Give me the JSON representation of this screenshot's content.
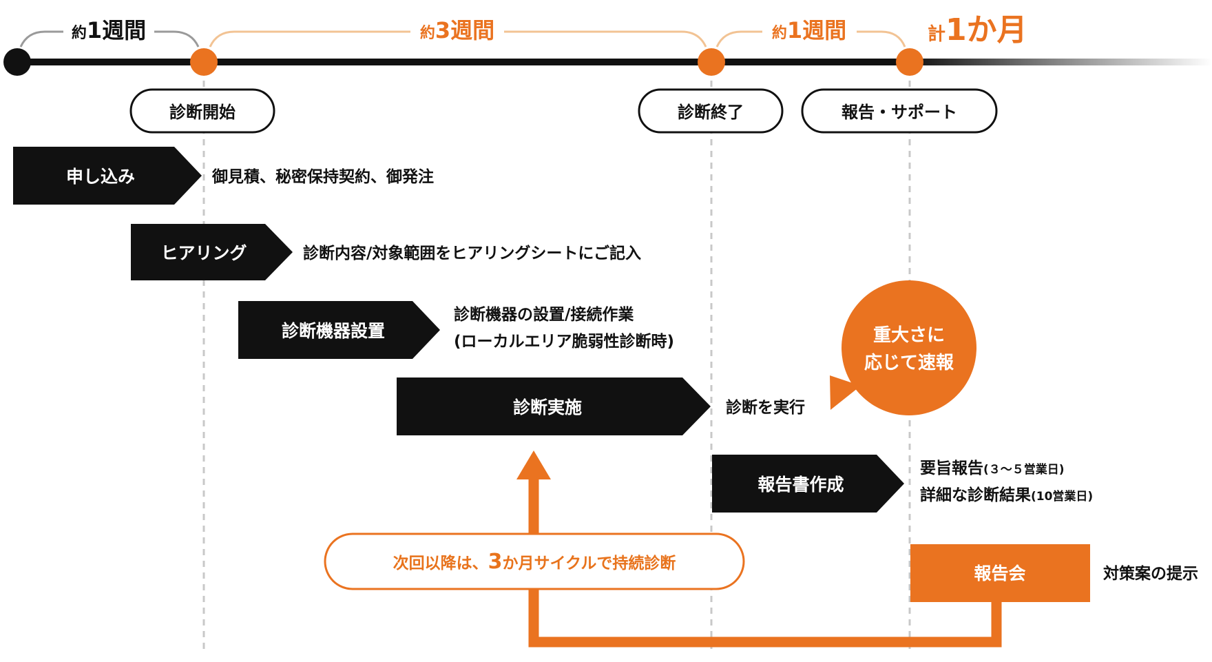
{
  "colors": {
    "orange": "#ea7320",
    "orange_light": "#f2c394",
    "black": "#111111",
    "gray": "#9a9a9a",
    "dash": "#c8c8c8",
    "white": "#ffffff"
  },
  "durations": {
    "d1_prefix": "約",
    "d1_value": "1週間",
    "d2_prefix": "約",
    "d2_value": "3週間",
    "d3_prefix": "約",
    "d3_value": "1週間",
    "total_prefix": "計",
    "total_value": "1か月"
  },
  "milestones": {
    "start": "診断開始",
    "end": "診断終了",
    "report": "報告・サポート"
  },
  "steps": [
    {
      "label": "申し込み",
      "desc": "御見積、秘密保持契約、御発注"
    },
    {
      "label": "ヒアリング",
      "desc": "診断内容/対象範囲をヒアリングシートにご記入"
    },
    {
      "label": "診断機器設置",
      "desc_line1": "診断機器の設置/接続作業",
      "desc_line2": "(ローカルエリア脆弱性診断時)"
    },
    {
      "label": "診断実施",
      "desc": "診断を実行"
    },
    {
      "label": "報告書作成",
      "desc_line1_main": "要旨報告",
      "desc_line1_sub": "(３～５営業日)",
      "desc_line2_main": "詳細な診断結果",
      "desc_line2_sub": "(10営業日)"
    }
  ],
  "callout": {
    "line1": "重大さに",
    "line2": "応じて速報"
  },
  "meeting": {
    "label": "報告会",
    "desc": "対策案の提示"
  },
  "cycle": {
    "prefix": "次回以降は、",
    "number": "3",
    "suffix": "か月サイクルで持続診断"
  }
}
